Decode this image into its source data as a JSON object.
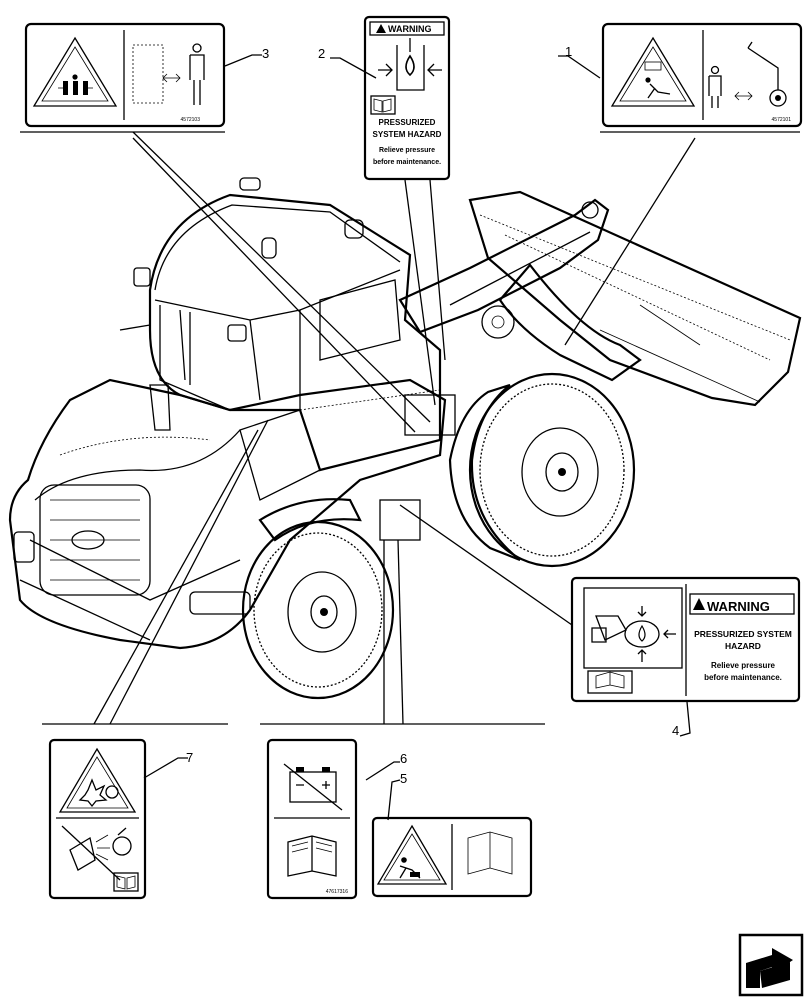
{
  "callouts": {
    "c1": "1",
    "c2": "2",
    "c3": "3",
    "c4": "4",
    "c5": "5",
    "c6": "6",
    "c7": "7"
  },
  "decals": {
    "d1": {
      "part_no": "4572101"
    },
    "d2": {
      "header": "WARNING",
      "line1": "PRESSURIZED",
      "line2": "SYSTEM HAZARD",
      "line3": "Relieve pressure",
      "line4": "before maintenance."
    },
    "d3": {
      "part_no": "4572103"
    },
    "d4": {
      "header": "WARNING",
      "line1": "PRESSURIZED SYSTEM",
      "line2": "HAZARD",
      "line3": "Relieve pressure",
      "line4": "before maintenance."
    },
    "d6": {
      "part_no": "47617316"
    }
  },
  "icons": [
    "warning-triangle-icon",
    "crush-hazard-icon",
    "keep-distance-icon",
    "manual-book-icon",
    "hydraulic-pressure-icon",
    "battery-icon",
    "no-spark-icon",
    "explosion-hazard-icon",
    "fall-hazard-icon",
    "next-page-arrow-icon"
  ]
}
